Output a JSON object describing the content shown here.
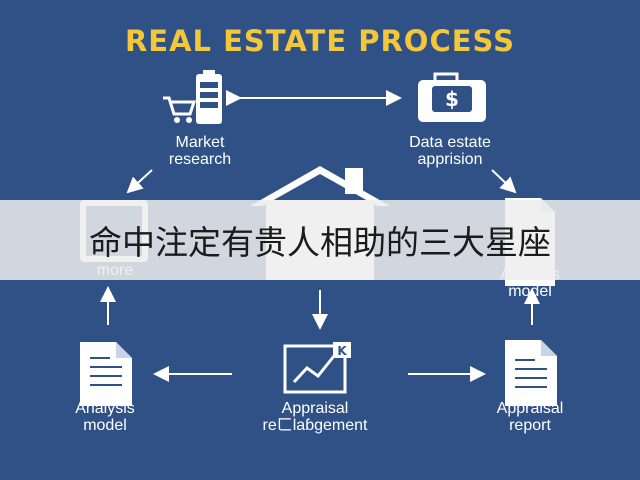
{
  "title": "REAL ESTATE PROCESS",
  "nodes": {
    "market_research": {
      "line1": "Market",
      "line2": "research"
    },
    "data_estate": {
      "line1": "Data estate",
      "line2": "apprision"
    },
    "left_mid": {
      "line1": "more"
    },
    "right_mid": {
      "line1": "Analysis",
      "line2": "model"
    },
    "analysis_model": {
      "line1": "Analysis",
      "line2": "model"
    },
    "appraisal_management": {
      "line1": "Appraisal",
      "line2": "reㄈlaɓgement"
    },
    "appraisal_report": {
      "line1": "Appraisal",
      "line2": "report"
    }
  },
  "icons": {
    "market": "cart-and-battery-icon",
    "data": "dollar-case-icon",
    "left_mid": "document-board-icon",
    "center": "house-icon",
    "right_mid": "document-icon",
    "analysis": "document-icon",
    "appraisal": "chart-icon",
    "report": "document-icon"
  },
  "banner_text": "命中注定有贵人相助的三大星座",
  "colors": {
    "background": "#2f5186",
    "title": "#f2c83a",
    "text": "#ffffff"
  }
}
